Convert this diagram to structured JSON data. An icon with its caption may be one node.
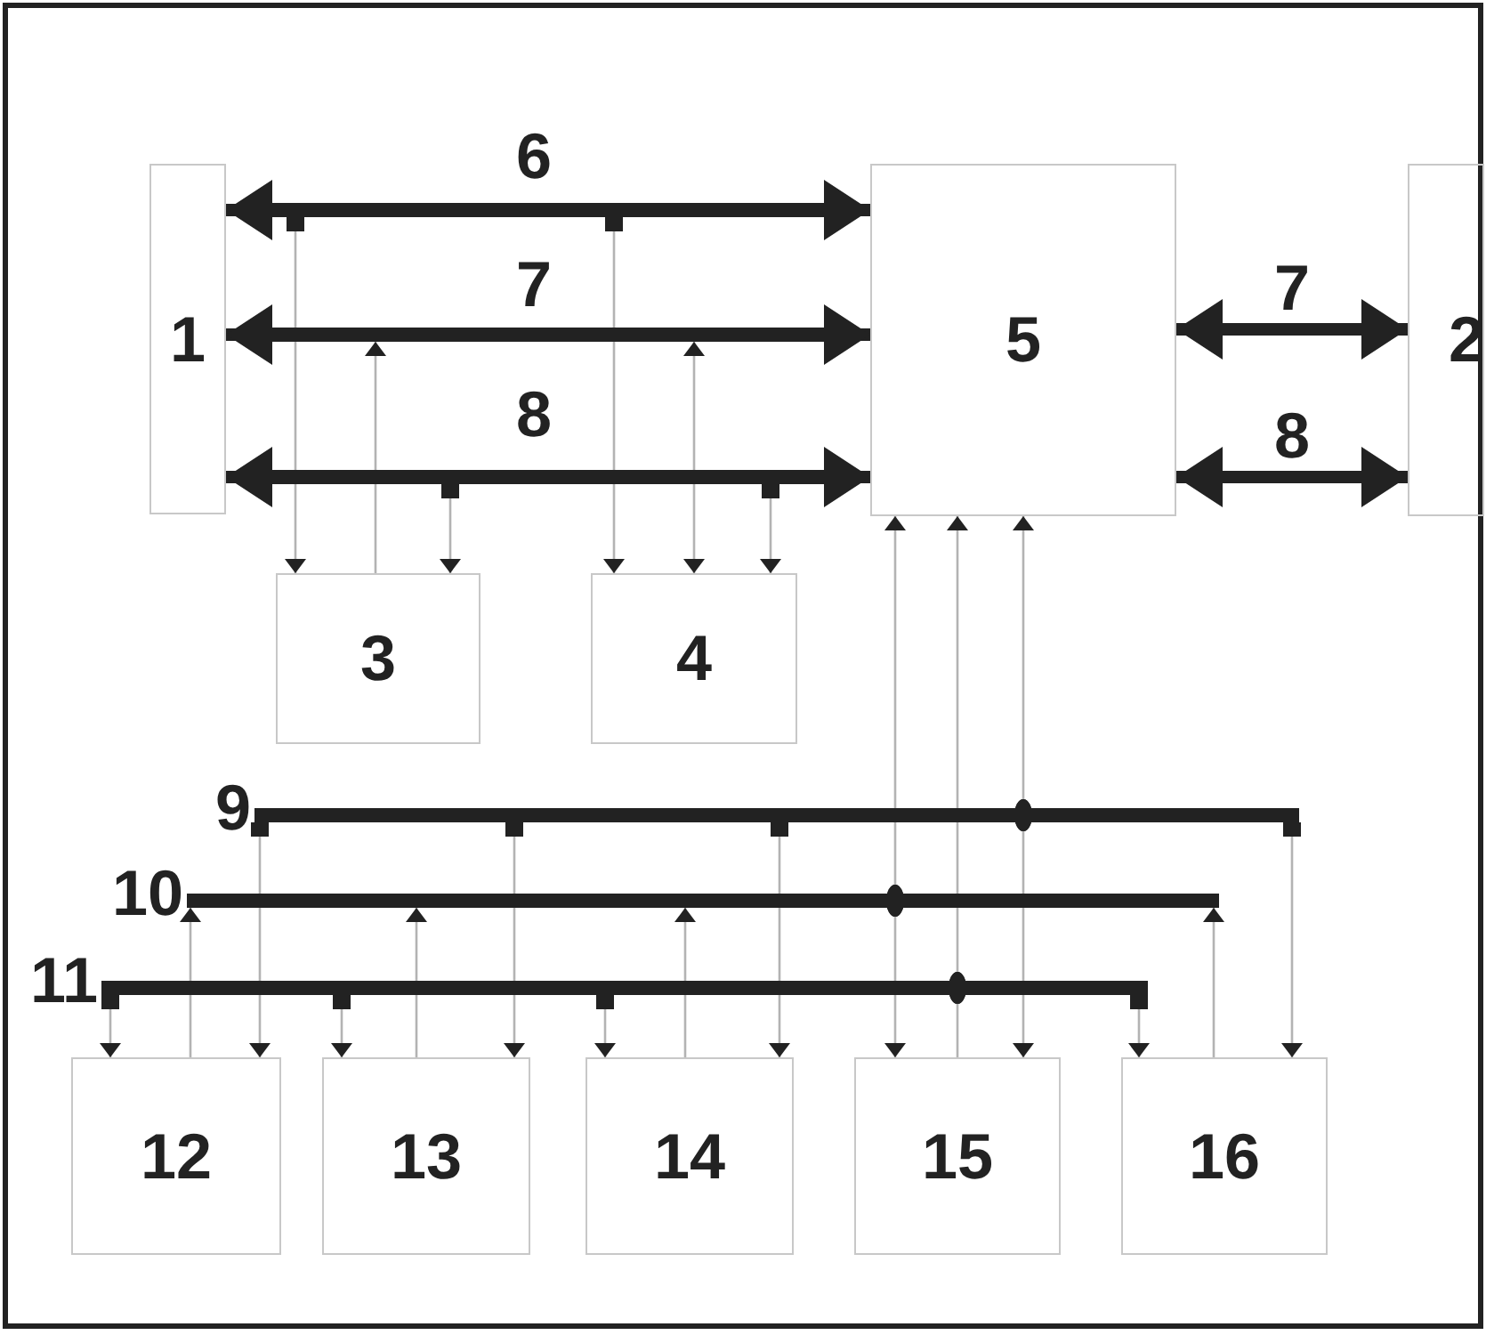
{
  "diagram": {
    "nodes": [
      {
        "text": [
          "1"
        ]
      },
      {
        "text": [],
        "shape": "bar",
        "beside": [
          "6"
        ]
      },
      {
        "text": [],
        "shape": "bar",
        "beside": [
          "7"
        ]
      },
      {
        "text": [],
        "shape": "bar",
        "beside": [
          "8"
        ]
      },
      {
        "text": [
          "5"
        ]
      },
      {
        "text": [
          "2"
        ]
      },
      {
        "text": [
          "3"
        ]
      },
      {
        "text": [
          "4"
        ]
      },
      {
        "text": [],
        "shape": "bar",
        "beside": [
          "9"
        ]
      },
      {
        "text": [],
        "shape": "bar",
        "beside": [
          "10"
        ]
      },
      {
        "text": [],
        "shape": "bar",
        "beside": [
          "11"
        ]
      },
      {
        "text": [
          "12"
        ]
      },
      {
        "text": [
          "13"
        ]
      },
      {
        "text": [
          "14"
        ]
      },
      {
        "text": [
          "15"
        ]
      },
      {
        "text": [
          "16"
        ]
      }
    ],
    "edges": [
      {
        "from": 1,
        "to": 0,
        "arrow": "to",
        "style": "thick",
        "color": "#222222"
      },
      {
        "from": 1,
        "to": 4,
        "arrow": "to",
        "style": "thick",
        "color": "#222222"
      },
      {
        "from": 2,
        "to": 0,
        "arrow": "to",
        "style": "thick",
        "color": "#222222"
      },
      {
        "from": 2,
        "to": 4,
        "arrow": "to",
        "style": "thick",
        "color": "#222222"
      },
      {
        "from": 3,
        "to": 0,
        "arrow": "to",
        "style": "thick",
        "color": "#222222"
      },
      {
        "from": 3,
        "to": 4,
        "arrow": "to",
        "style": "thick",
        "color": "#222222"
      },
      {
        "from": 4,
        "to": 5,
        "arrow": "both",
        "label": "7",
        "style": "thick",
        "color": "#222222"
      },
      {
        "from": 4,
        "to": 5,
        "arrow": "both",
        "label": "8",
        "style": "thick",
        "color": "#222222"
      },
      {
        "from": 1,
        "to": 6,
        "arrow": "to"
      },
      {
        "from": 1,
        "to": 7,
        "arrow": "to"
      },
      {
        "from": 6,
        "to": 2,
        "arrow": "to"
      },
      {
        "from": 7,
        "to": 2,
        "arrow": "both"
      },
      {
        "from": 3,
        "to": 6,
        "arrow": "to"
      },
      {
        "from": 3,
        "to": 7,
        "arrow": "to"
      },
      {
        "from": 8,
        "to": 11,
        "arrow": "to"
      },
      {
        "from": 8,
        "to": 12,
        "arrow": "to"
      },
      {
        "from": 8,
        "to": 13,
        "arrow": "to"
      },
      {
        "from": 8,
        "to": 4,
        "arrow": "to"
      },
      {
        "from": 8,
        "to": 14,
        "arrow": "to"
      },
      {
        "from": 8,
        "to": 15,
        "arrow": "to"
      },
      {
        "from": 11,
        "to": 9,
        "arrow": "to"
      },
      {
        "from": 12,
        "to": 9,
        "arrow": "to"
      },
      {
        "from": 13,
        "to": 9,
        "arrow": "to"
      },
      {
        "from": 9,
        "to": 4,
        "arrow": "to"
      },
      {
        "from": 9,
        "to": 14,
        "arrow": "to"
      },
      {
        "from": 15,
        "to": 9,
        "arrow": "to"
      },
      {
        "from": 10,
        "to": 11,
        "arrow": "to"
      },
      {
        "from": 10,
        "to": 12,
        "arrow": "to"
      },
      {
        "from": 10,
        "to": 13,
        "arrow": "to"
      },
      {
        "from": 10,
        "to": 4,
        "arrow": "to"
      },
      {
        "from": 10,
        "to": 14,
        "arrow": "other"
      },
      {
        "from": 10,
        "to": 15,
        "arrow": "to"
      }
    ]
  }
}
